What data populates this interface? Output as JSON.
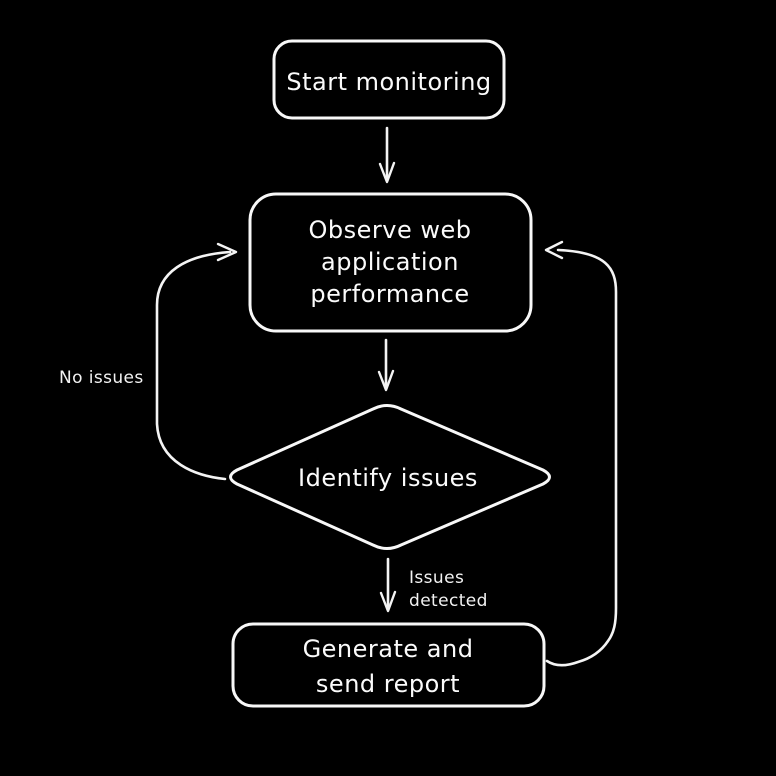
{
  "diagram": {
    "type": "flowchart",
    "style": "hand-drawn",
    "colors": {
      "background": "#000000",
      "stroke": "#f8f8f8",
      "text": "#fbfbfb"
    },
    "nodes": {
      "start": {
        "shape": "rounded-rectangle",
        "lines": [
          "Start monitoring"
        ]
      },
      "observe": {
        "shape": "rounded-rectangle",
        "lines": [
          "Observe web",
          "application",
          "performance"
        ]
      },
      "identify": {
        "shape": "diamond",
        "lines": [
          "Identify issues"
        ]
      },
      "report": {
        "shape": "rounded-rectangle",
        "lines": [
          "Generate and",
          "send report"
        ]
      }
    },
    "edges": {
      "start_to_observe": {
        "from": "start",
        "to": "observe",
        "label": ""
      },
      "observe_to_identify": {
        "from": "observe",
        "to": "identify",
        "label": ""
      },
      "identify_to_report": {
        "from": "identify",
        "to": "report",
        "label_lines": [
          "Issues",
          "detected"
        ]
      },
      "identify_to_observe": {
        "from": "identify",
        "to": "observe",
        "label": "No issues"
      },
      "report_to_observe": {
        "from": "report",
        "to": "observe",
        "label": ""
      }
    }
  }
}
